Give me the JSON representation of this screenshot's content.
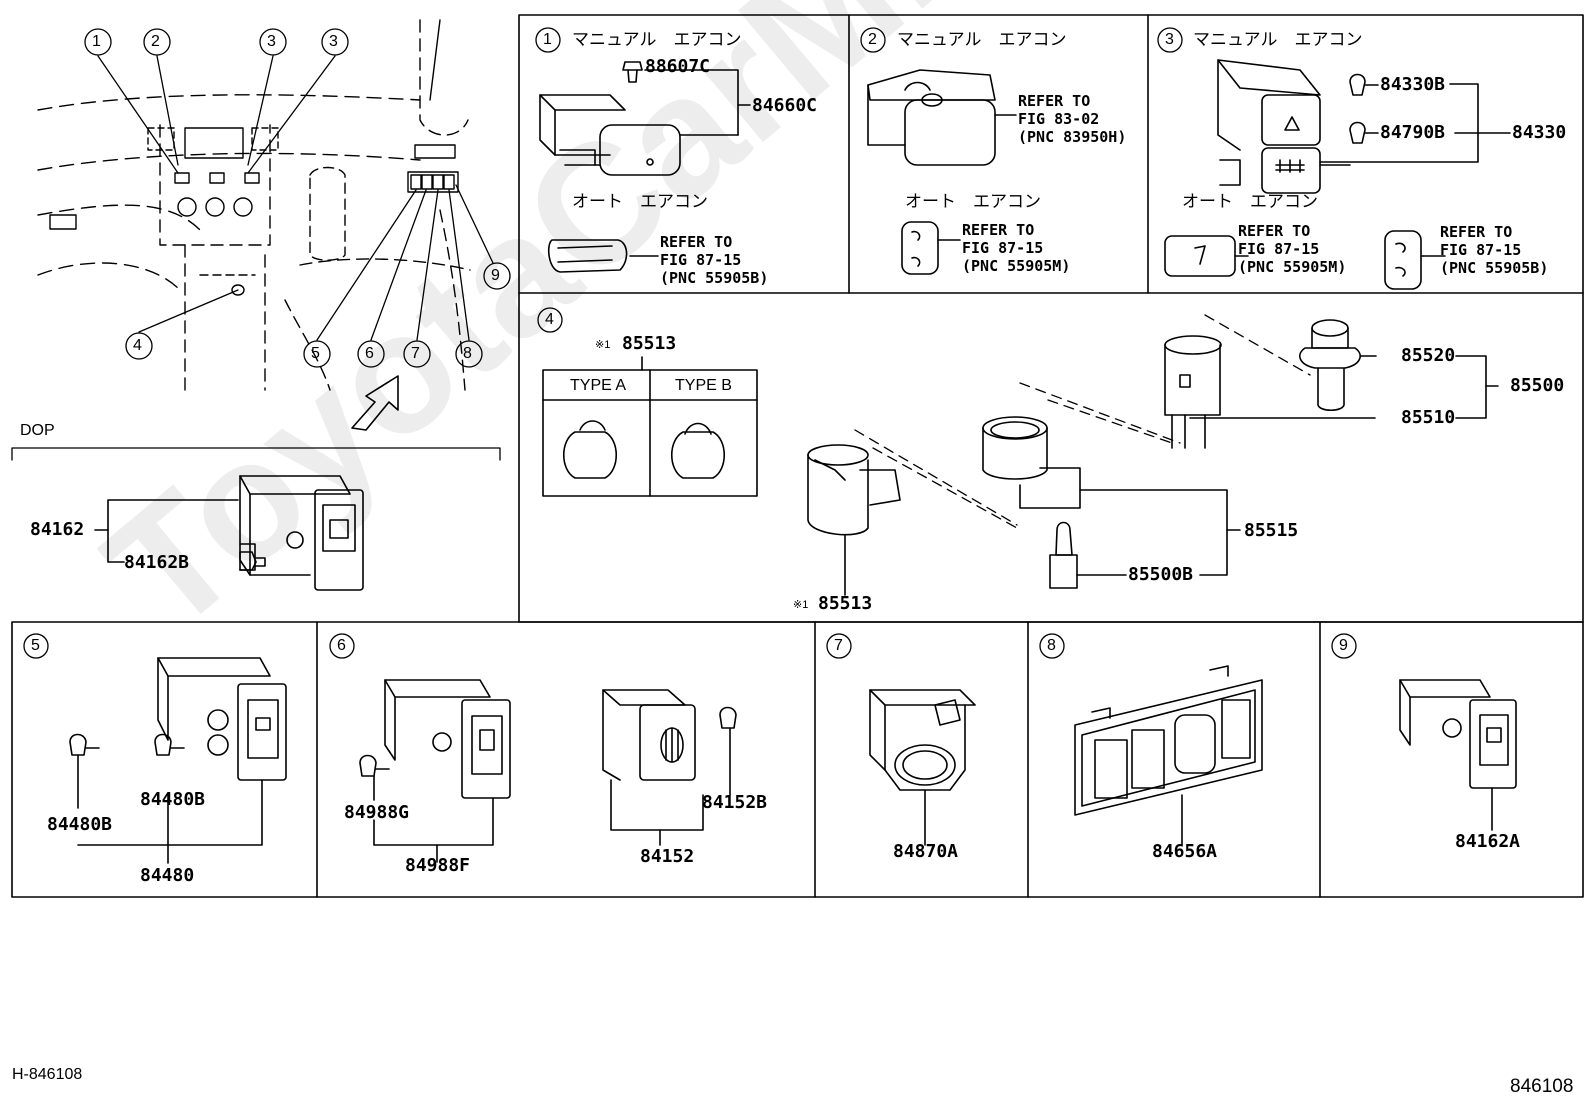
{
  "footer": {
    "left_code": "H-846108",
    "right_code": "846108"
  },
  "watermark": "ToyotaCarMine.ru",
  "overview": {
    "callouts": [
      "1",
      "2",
      "3",
      "3",
      "4",
      "5",
      "6",
      "7",
      "8",
      "9"
    ],
    "dop_label": "DOP",
    "dop_parts": [
      "84162",
      "84162B"
    ]
  },
  "panel1": {
    "num": "1",
    "title": "マニュアル　エアコン",
    "parts": [
      "88607C",
      "84660C"
    ],
    "auto_title": "オート　エアコン",
    "ref": "REFER TO\nFIG 87-15\n(PNC 55905B)"
  },
  "panel2": {
    "num": "2",
    "title": "マニュアル　エアコン",
    "ref1": "REFER TO\nFIG 83-02\n(PNC 83950H)",
    "auto_title": "オート　エアコン",
    "ref2": "REFER TO\nFIG 87-15\n(PNC 55905M)"
  },
  "panel3": {
    "num": "3",
    "title": "マニュアル　エアコン",
    "parts": [
      "84330B",
      "84790B",
      "84330"
    ],
    "auto_title": "オート　エアコン",
    "ref1": "REFER TO\nFIG 87-15\n(PNC 55905M)",
    "ref2": "REFER TO\nFIG 87-15\n(PNC 55905B)"
  },
  "panel4": {
    "num": "4",
    "note_mark": "※1",
    "top_part": "85513",
    "type_a": "TYPE A",
    "type_b": "TYPE B",
    "bottom_part": "85513",
    "parts": [
      "85520",
      "85500",
      "85510",
      "85515",
      "85500B"
    ]
  },
  "panel5": {
    "num": "5",
    "parts": [
      "84480B",
      "84480B",
      "84480"
    ]
  },
  "panel6": {
    "num": "6",
    "parts": [
      "84988G",
      "84988F",
      "84152B",
      "84152"
    ]
  },
  "panel7": {
    "num": "7",
    "parts": [
      "84870A"
    ]
  },
  "panel8": {
    "num": "8",
    "parts": [
      "84656A"
    ]
  },
  "panel9": {
    "num": "9",
    "parts": [
      "84162A"
    ]
  }
}
